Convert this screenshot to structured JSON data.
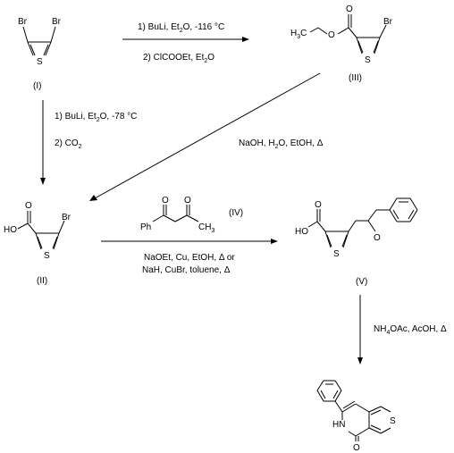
{
  "compounds": {
    "c1": {
      "label": "(I)",
      "atoms": {
        "br1": "Br",
        "br2": "Br",
        "s": "S"
      }
    },
    "c2": {
      "label": "(II)",
      "atoms": {
        "ho": "HO",
        "o": "O",
        "br": "Br",
        "s": "S"
      }
    },
    "c3": {
      "label": "(III)",
      "atoms": {
        "h3c_main": "H",
        "h3c_sub": "3",
        "h3c_c": "C",
        "o1": "O",
        "o2": "O",
        "br": "Br",
        "s": "S"
      }
    },
    "c4": {
      "label": "(IV)",
      "atoms": {
        "ph": "Ph",
        "o1": "O",
        "o2": "O",
        "ch3_main": "CH",
        "ch3_sub": "3"
      }
    },
    "c5": {
      "label": "(V)",
      "atoms": {
        "ho": "HO",
        "o1": "O",
        "o2": "O",
        "s": "S"
      }
    },
    "c6": {
      "atoms": {
        "hn": "HN",
        "o": "O",
        "s": "S"
      }
    }
  },
  "conditions": {
    "r1_step1_pre": "1) BuLi, Et",
    "r1_step1_sub": "2",
    "r1_step1_post": "O, -116 °C",
    "r1_step2_pre": "2) ClCOOEt, Et",
    "r1_step2_sub": "2",
    "r1_step2_post": "O",
    "r2_step1_pre": "1) BuLi, Et",
    "r2_step1_sub": "2",
    "r2_step1_post": "O, -78 °C",
    "r2_step2_pre": "2) CO",
    "r2_step2_sub": "2",
    "r3_pre": "NaOH, H",
    "r3_sub": "2",
    "r3_post": "O, EtOH, Δ",
    "r4_line1": "NaOEt, Cu, EtOH, Δ or",
    "r4_line2": "NaH, CuBr, toluene, Δ",
    "r5_pre": "NH",
    "r5_sub": "4",
    "r5_post": "OAc, AcOH, Δ"
  }
}
